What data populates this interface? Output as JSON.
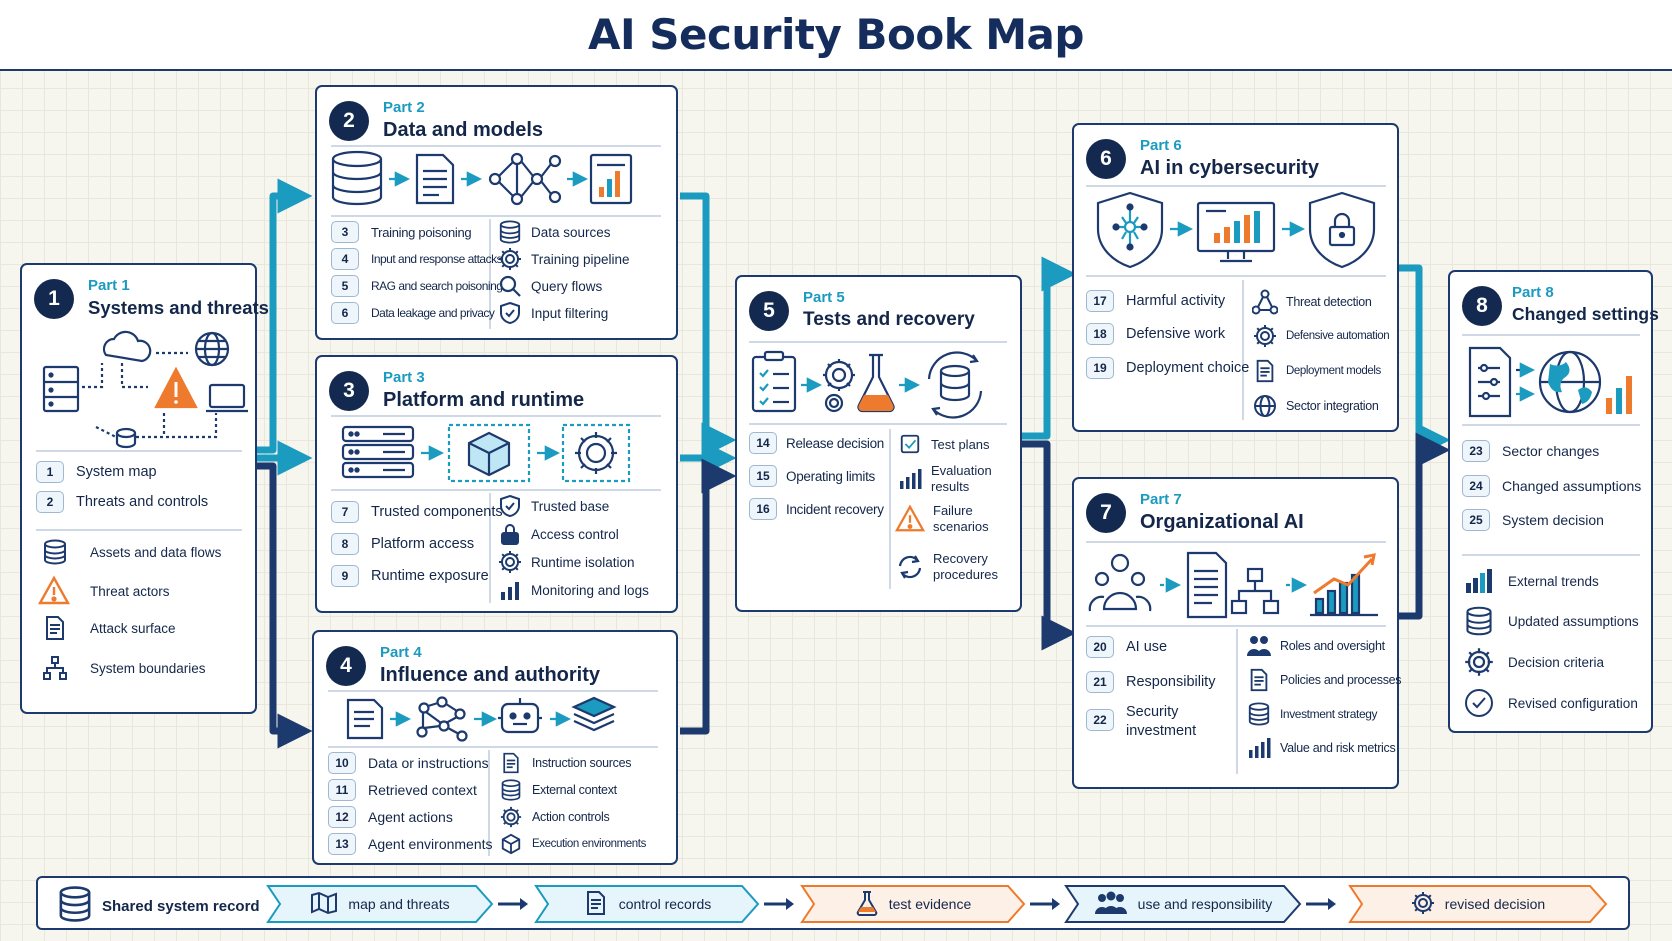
{
  "title": "AI Security Book Map",
  "colors": {
    "navy": "#1d3a6e",
    "teal": "#1b9bc0",
    "orange": "#ee7a2d",
    "badge": "#14294f"
  },
  "parts": [
    {
      "num": "1",
      "label": "Part 1",
      "title": "Systems and threats",
      "chapters": [
        {
          "n": "1",
          "t": "System map"
        },
        {
          "n": "2",
          "t": "Threats and controls"
        }
      ],
      "items": [
        {
          "icon": "database-icon",
          "t": "Assets and data flows"
        },
        {
          "icon": "warning-icon",
          "t": "Threat actors"
        },
        {
          "icon": "document-icon",
          "t": "Attack surface"
        },
        {
          "icon": "hierarchy-icon",
          "t": "System boundaries"
        }
      ]
    },
    {
      "num": "2",
      "label": "Part 2",
      "title": "Data and models",
      "chapters": [
        {
          "n": "3",
          "t": "Training poisoning"
        },
        {
          "n": "4",
          "t": "Input and response attacks"
        },
        {
          "n": "5",
          "t": "RAG and search poisoning"
        },
        {
          "n": "6",
          "t": "Data leakage and privacy"
        }
      ],
      "items": [
        {
          "icon": "database-icon",
          "t": "Data sources"
        },
        {
          "icon": "gear-icon",
          "t": "Training pipeline"
        },
        {
          "icon": "search-icon",
          "t": "Query flows"
        },
        {
          "icon": "shield-check-icon",
          "t": "Input filtering"
        }
      ]
    },
    {
      "num": "3",
      "label": "Part 3",
      "title": "Platform and runtime",
      "chapters": [
        {
          "n": "7",
          "t": "Trusted components"
        },
        {
          "n": "8",
          "t": "Platform access"
        },
        {
          "n": "9",
          "t": "Runtime exposure"
        }
      ],
      "items": [
        {
          "icon": "shield-check-icon",
          "t": "Trusted base"
        },
        {
          "icon": "lock-icon",
          "t": "Access control"
        },
        {
          "icon": "gear-icon",
          "t": "Runtime isolation"
        },
        {
          "icon": "bar-chart-icon",
          "t": "Monitoring and logs"
        }
      ]
    },
    {
      "num": "4",
      "label": "Part 4",
      "title": "Influence and authority",
      "chapters": [
        {
          "n": "10",
          "t": "Data or instructions"
        },
        {
          "n": "11",
          "t": "Retrieved context"
        },
        {
          "n": "12",
          "t": "Agent actions"
        },
        {
          "n": "13",
          "t": "Agent environments"
        }
      ],
      "items": [
        {
          "icon": "document-icon",
          "t": "Instruction sources"
        },
        {
          "icon": "database-icon",
          "t": "External context"
        },
        {
          "icon": "gear-icon",
          "t": "Action controls"
        },
        {
          "icon": "cube-icon",
          "t": "Execution environments"
        }
      ]
    },
    {
      "num": "5",
      "label": "Part 5",
      "title": "Tests and recovery",
      "chapters": [
        {
          "n": "14",
          "t": "Release decision"
        },
        {
          "n": "15",
          "t": "Operating limits"
        },
        {
          "n": "16",
          "t": "Incident recovery"
        }
      ],
      "items": [
        {
          "icon": "checkbox-icon",
          "t": "Test plans"
        },
        {
          "icon": "bar-chart-icon",
          "t": "Evaluation results"
        },
        {
          "icon": "warning-icon",
          "t": "Failure scenarios"
        },
        {
          "icon": "refresh-icon",
          "t": "Recovery procedures"
        }
      ]
    },
    {
      "num": "6",
      "label": "Part 6",
      "title": "AI in cybersecurity",
      "chapters": [
        {
          "n": "17",
          "t": "Harmful activity"
        },
        {
          "n": "18",
          "t": "Defensive work"
        },
        {
          "n": "19",
          "t": "Deployment choice"
        }
      ],
      "items": [
        {
          "icon": "network-icon",
          "t": "Threat detection"
        },
        {
          "icon": "gear-icon",
          "t": "Defensive automation"
        },
        {
          "icon": "document-icon",
          "t": "Deployment models"
        },
        {
          "icon": "globe-icon",
          "t": "Sector integration"
        }
      ]
    },
    {
      "num": "7",
      "label": "Part 7",
      "title": "Organizational AI",
      "chapters": [
        {
          "n": "20",
          "t": "AI use"
        },
        {
          "n": "21",
          "t": "Responsibility"
        },
        {
          "n": "22",
          "t": "Security investment"
        }
      ],
      "items": [
        {
          "icon": "people-icon",
          "t": "Roles and oversight"
        },
        {
          "icon": "document-icon",
          "t": "Policies and processes"
        },
        {
          "icon": "database-icon",
          "t": "Investment strategy"
        },
        {
          "icon": "bar-chart-icon",
          "t": "Value and risk metrics"
        }
      ]
    },
    {
      "num": "8",
      "label": "Part 8",
      "title": "Changed settings",
      "chapters": [
        {
          "n": "23",
          "t": "Sector changes"
        },
        {
          "n": "24",
          "t": "Changed assumptions"
        },
        {
          "n": "25",
          "t": "System decision"
        }
      ],
      "items": [
        {
          "icon": "bar-chart-icon",
          "t": "External trends"
        },
        {
          "icon": "database-icon",
          "t": "Updated assumptions"
        },
        {
          "icon": "gear-icon",
          "t": "Decision criteria"
        },
        {
          "icon": "check-circle-icon",
          "t": "Revised configuration"
        }
      ]
    }
  ],
  "footer": {
    "label": "Shared system record",
    "steps": [
      {
        "t": "map and threats",
        "icon": "map-icon"
      },
      {
        "t": "control records",
        "icon": "document-icon"
      },
      {
        "t": "test evidence",
        "icon": "flask-icon"
      },
      {
        "t": "use and responsibility",
        "icon": "people-icon"
      },
      {
        "t": "revised decision",
        "icon": "gear-icon"
      }
    ]
  }
}
